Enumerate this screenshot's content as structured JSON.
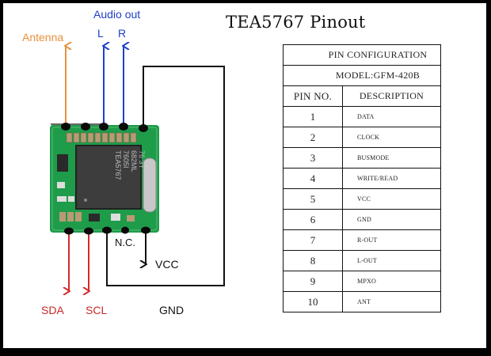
{
  "title": "TEA5767 Pinout",
  "labels": {
    "antenna": "Antenna",
    "audio_out": "Audio out",
    "left": "L",
    "right": "R",
    "nc": "N.C.",
    "vcc": "VCC",
    "sda": "SDA",
    "scl": "SCL",
    "gnd": "GND"
  },
  "chip_marking": [
    "TEA5767",
    "7605I",
    "682ML",
    "76 3Y"
  ],
  "colors": {
    "antenna": "#e8903c",
    "audio": "#1f3fc8",
    "i2c": "#d42a2a",
    "power": "#111111",
    "pcb": "#1e9c4a",
    "ic": "#3d3d3d"
  },
  "table": {
    "heading": "PIN CONFIGURATION",
    "model": "MODEL:GFM-420B",
    "columns": [
      "PIN NO.",
      "DESCRIPTION"
    ],
    "rows": [
      {
        "pin": "1",
        "description": "DATA"
      },
      {
        "pin": "2",
        "description": "CLOCK"
      },
      {
        "pin": "3",
        "description": "BUSMODE"
      },
      {
        "pin": "4",
        "description": "WRITE/READ"
      },
      {
        "pin": "5",
        "description": "VCC"
      },
      {
        "pin": "6",
        "description": "GND"
      },
      {
        "pin": "7",
        "description": "R-OUT"
      },
      {
        "pin": "8",
        "description": "L-OUT"
      },
      {
        "pin": "9",
        "description": "MPXO"
      },
      {
        "pin": "10",
        "description": "ANT"
      }
    ]
  }
}
